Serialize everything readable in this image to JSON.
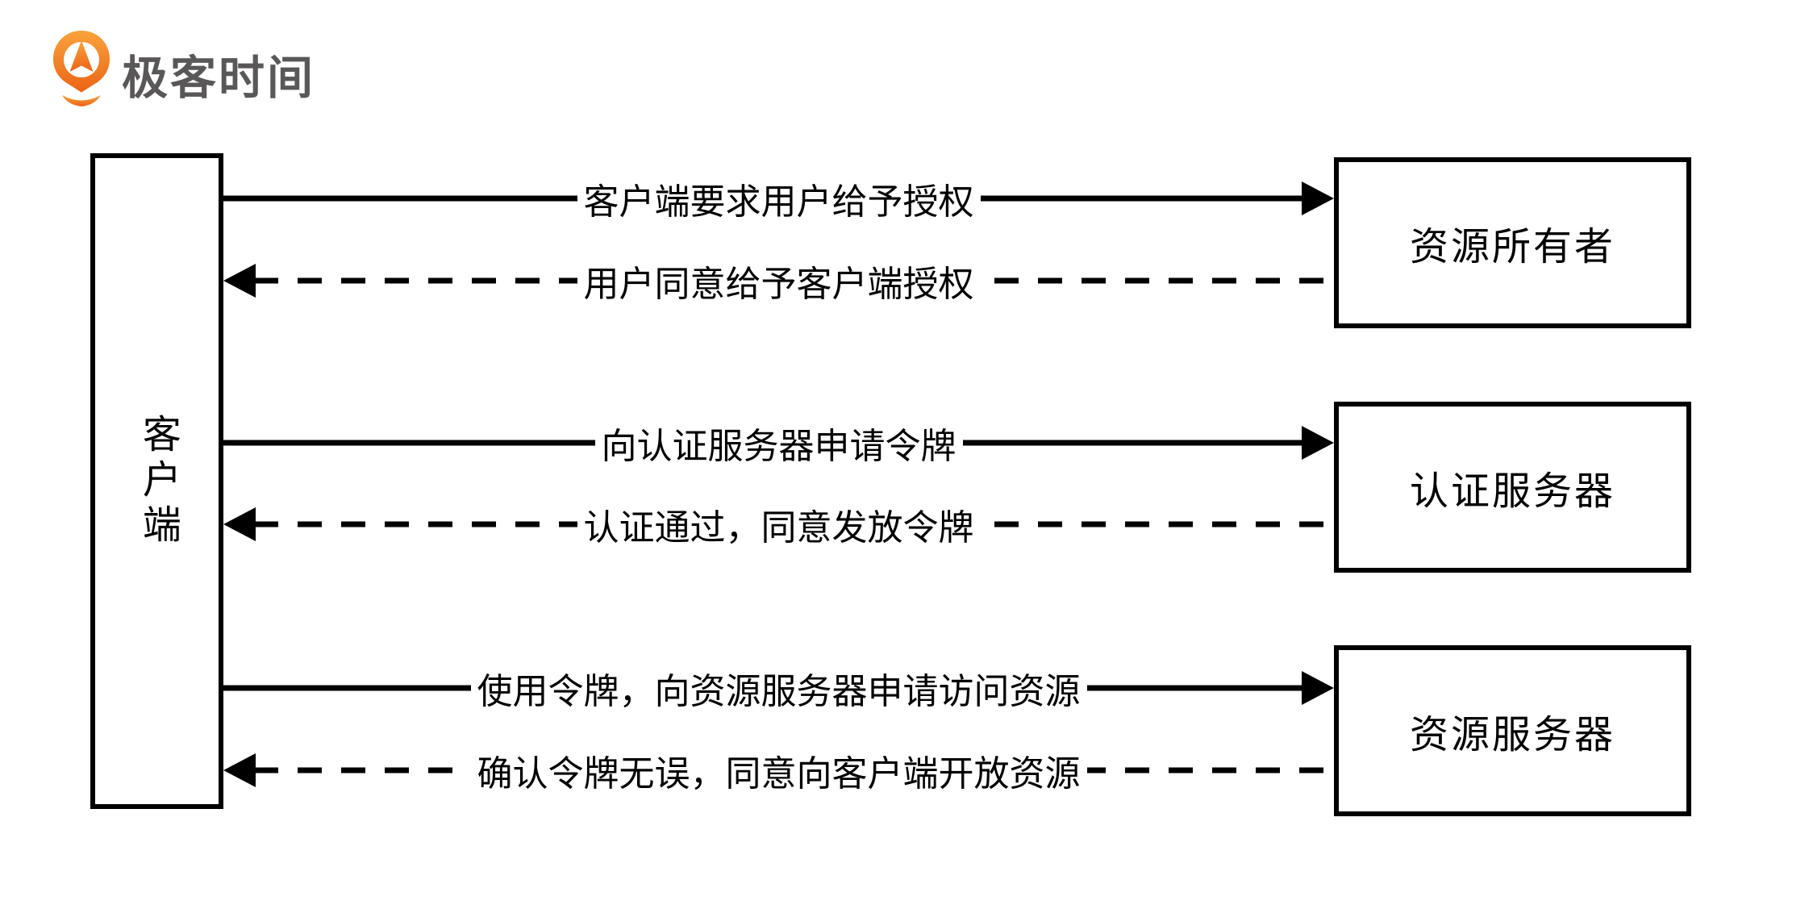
{
  "logo": {
    "brand_text": "极客时间",
    "icon": "geektime-pin-icon",
    "text_color": "#595757",
    "accent_top": "#F9A33C",
    "accent_bottom": "#EC6416"
  },
  "diagram": {
    "line_color": "#000000",
    "client_box": {
      "label": "客户端"
    },
    "entities": [
      {
        "label": "资源所有者"
      },
      {
        "label": "认证服务器"
      },
      {
        "label": "资源服务器"
      }
    ],
    "flows": [
      {
        "request": "客户端要求用户给予授权",
        "response": "用户同意给予客户端授权"
      },
      {
        "request": "向认证服务器申请令牌",
        "response": "认证通过，同意发放令牌"
      },
      {
        "request": "使用令牌，向资源服务器申请访问资源",
        "response": "确认令牌无误，同意向客户端开放资源"
      }
    ]
  }
}
